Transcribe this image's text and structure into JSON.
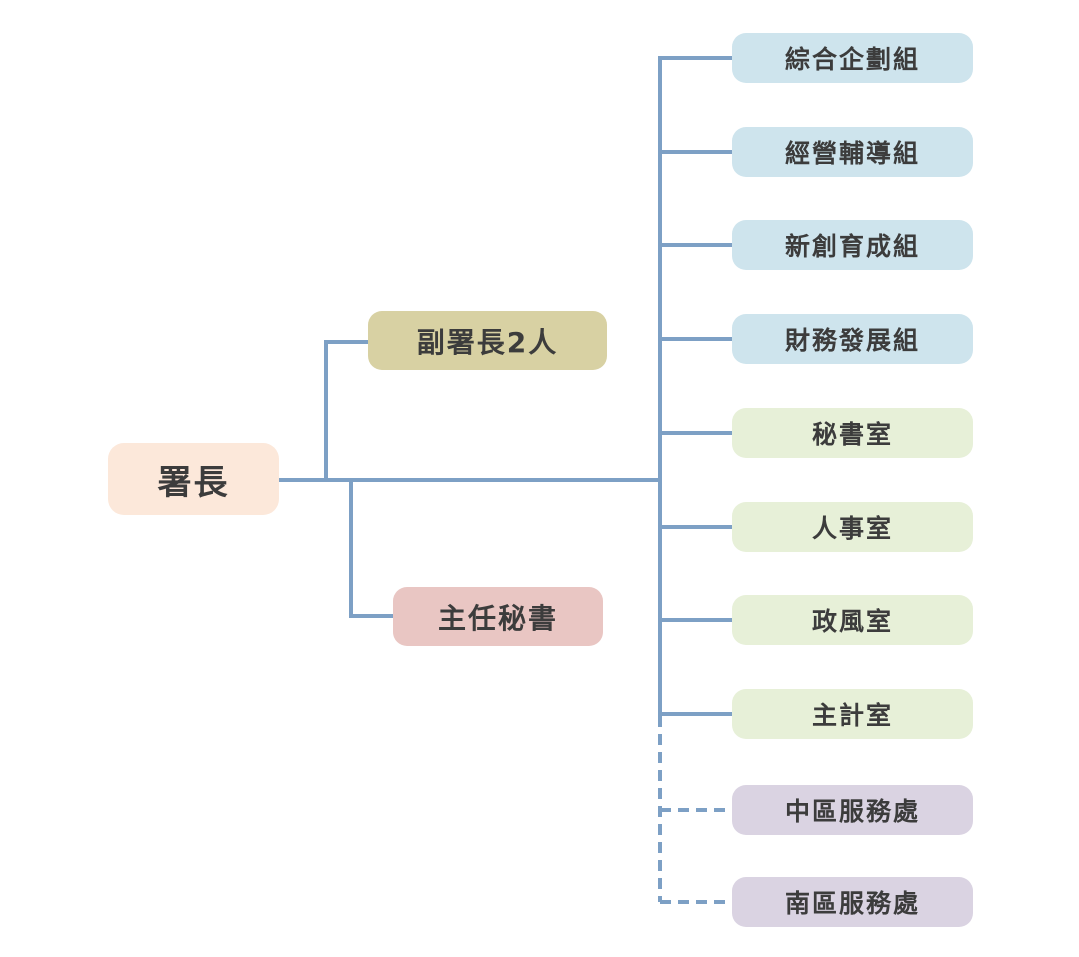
{
  "colors": {
    "line": "#7DA0C5",
    "text": "#3C3C3C",
    "director_bg": "#FCE8DA",
    "deputy_bg": "#D8D1A3",
    "chief_secretary_bg": "#E9C6C3",
    "division_bg": "#CEE4ED",
    "office_bg": "#E7F0D8",
    "service_bg": "#DAD3E2"
  },
  "nodes": {
    "director": {
      "label": "署長",
      "bg": "#FCE8DA"
    },
    "deputy": {
      "label": "副署長2人",
      "bg": "#D8D1A3"
    },
    "chief_secretary": {
      "label": "主任秘書",
      "bg": "#E9C6C3"
    },
    "units": [
      {
        "label": "綜合企劃組",
        "bg": "#CEE4ED",
        "link_style": "solid"
      },
      {
        "label": "經營輔導組",
        "bg": "#CEE4ED",
        "link_style": "solid"
      },
      {
        "label": "新創育成組",
        "bg": "#CEE4ED",
        "link_style": "solid"
      },
      {
        "label": "財務發展組",
        "bg": "#CEE4ED",
        "link_style": "solid"
      },
      {
        "label": "秘書室",
        "bg": "#E7F0D8",
        "link_style": "solid"
      },
      {
        "label": "人事室",
        "bg": "#E7F0D8",
        "link_style": "solid"
      },
      {
        "label": "政風室",
        "bg": "#E7F0D8",
        "link_style": "solid"
      },
      {
        "label": "主計室",
        "bg": "#E7F0D8",
        "link_style": "solid"
      },
      {
        "label": "中區服務處",
        "bg": "#DAD3E2",
        "link_style": "dashed"
      },
      {
        "label": "南區服務處",
        "bg": "#DAD3E2",
        "link_style": "dashed"
      }
    ]
  }
}
